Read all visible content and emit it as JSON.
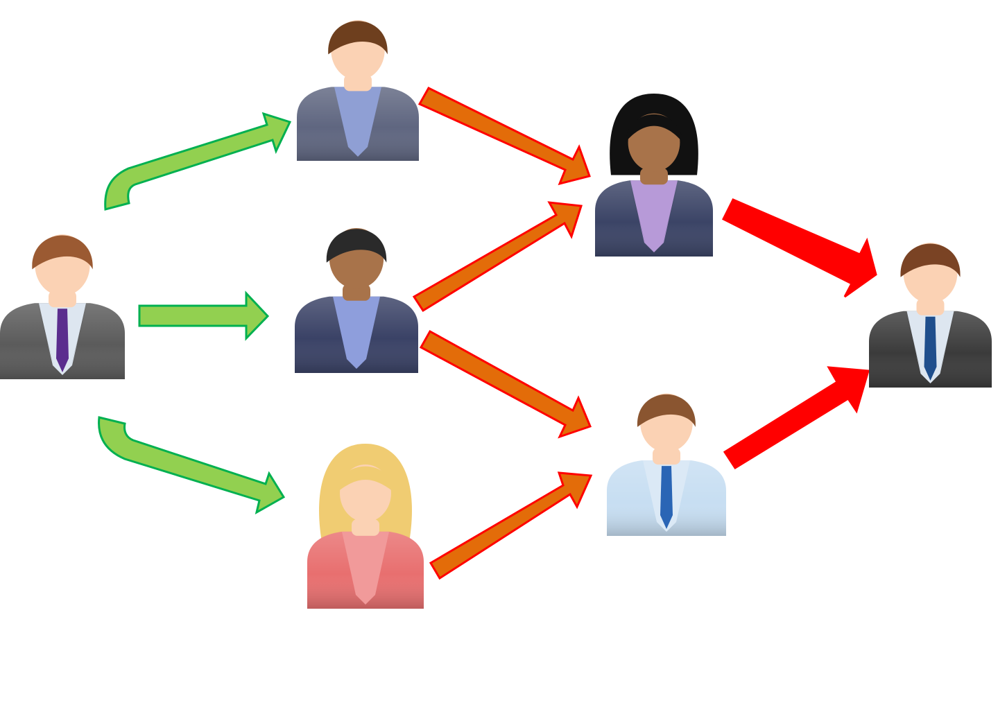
{
  "diagram": {
    "type": "flow",
    "colors": {
      "green": "#92d050",
      "green_border": "#00b050",
      "orange": "#e36c09",
      "red": "#ff0000",
      "arrow_border": "#ff0000"
    },
    "people": [
      {
        "id": "source",
        "icon": "businessman-gray-suit-icon",
        "suit": "#5b5b5b",
        "shirt": "#dde6f0",
        "tie": "#5b2d8e",
        "skin": "#fbd2b4",
        "hair": "#9b5a32"
      },
      {
        "id": "top",
        "icon": "casual-man-sweater-icon",
        "suit": "#5f6680",
        "shirt": "#8f9fd4",
        "tie": "",
        "skin": "#fbd2b4",
        "hair": "#6e3f1e"
      },
      {
        "id": "middle",
        "icon": "man-vest-icon",
        "suit": "#3a4266",
        "shirt": "#8e9edc",
        "tie": "",
        "skin": "#a8734a",
        "hair": "#2a2a2a"
      },
      {
        "id": "bottom",
        "icon": "blonde-woman-icon",
        "suit": "#e86f6f",
        "shirt": "#f19a9a",
        "tie": "",
        "skin": "#fbd2b4",
        "hair": "#f0cc72"
      },
      {
        "id": "upper-right",
        "icon": "businesswoman-icon",
        "suit": "#3b4466",
        "shirt": "#b79ad8",
        "tie": "",
        "skin": "#a8734a",
        "hair": "#111111"
      },
      {
        "id": "lower-right",
        "icon": "man-light-shirt-icon",
        "suit": "#c7def2",
        "shirt": "#dbe9f6",
        "tie": "#2a65b5",
        "skin": "#fbd2b4",
        "hair": "#8a5530"
      },
      {
        "id": "target",
        "icon": "businessman-dark-suit-icon",
        "suit": "#3b3b3b",
        "shirt": "#dde6f0",
        "tie": "#1f4e8c",
        "skin": "#fbd2b4",
        "hair": "#7a4324"
      }
    ],
    "arrows": [
      {
        "from": "source",
        "to": "top",
        "color": "green",
        "shape": "curved"
      },
      {
        "from": "source",
        "to": "middle",
        "color": "green",
        "shape": "straight"
      },
      {
        "from": "source",
        "to": "bottom",
        "color": "green",
        "shape": "curved"
      },
      {
        "from": "top",
        "to": "upper-right",
        "color": "orange",
        "shape": "straight"
      },
      {
        "from": "middle",
        "to": "upper-right",
        "color": "orange",
        "shape": "straight"
      },
      {
        "from": "middle",
        "to": "lower-right",
        "color": "orange",
        "shape": "straight"
      },
      {
        "from": "bottom",
        "to": "lower-right",
        "color": "orange",
        "shape": "straight"
      },
      {
        "from": "upper-right",
        "to": "target",
        "color": "red",
        "shape": "straight"
      },
      {
        "from": "lower-right",
        "to": "target",
        "color": "red",
        "shape": "straight"
      }
    ]
  }
}
